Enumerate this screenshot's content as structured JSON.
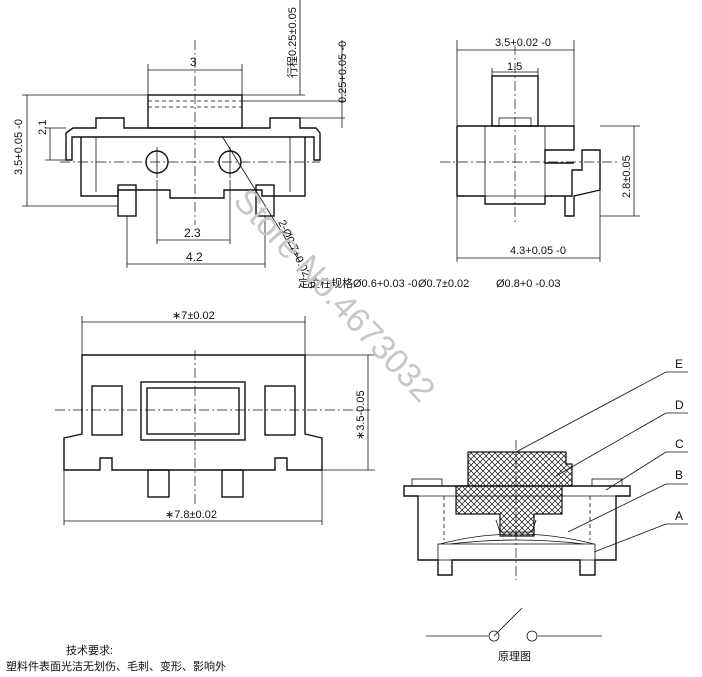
{
  "watermark": "Store No.4673032",
  "top_left_view": {
    "dim_top_width": "3",
    "dim_pin_tolerance": "0.25+0.05 -0",
    "dim_stroke": "行程0.25±0.05",
    "dim_height_left": "3.5+0.05 -0",
    "dim_height_2_1": "2.1",
    "dim_hole": "2-Ø0.7+0.02 -0",
    "dim_pitch_2_3": "2.3",
    "dim_pitch_4_2": "4.2"
  },
  "side_view": {
    "dim_width": "3.5+0.02 -0",
    "dim_knob": "1.5",
    "dim_height": "2.8±0.05",
    "dim_bottom": "4.3+0.05 -0"
  },
  "peg_spec": {
    "label": "定位柱规格Ø0.6+0.03 -0",
    "opt2": "Ø0.7±0.02",
    "opt3": "Ø0.8+0 -0.03"
  },
  "bottom_view": {
    "dim_width": "∗7±0.02",
    "dim_height": "∗3.5-0.05",
    "dim_base": "∗7.8±0.02"
  },
  "cross_section": {
    "labels": [
      "E",
      "D",
      "C",
      "B",
      "A"
    ]
  },
  "schematic": {
    "caption": "原理图"
  },
  "notes": {
    "heading": "技术要求:",
    "line1": "塑料件表面光洁无划伤、毛刺、变形、影响外"
  }
}
